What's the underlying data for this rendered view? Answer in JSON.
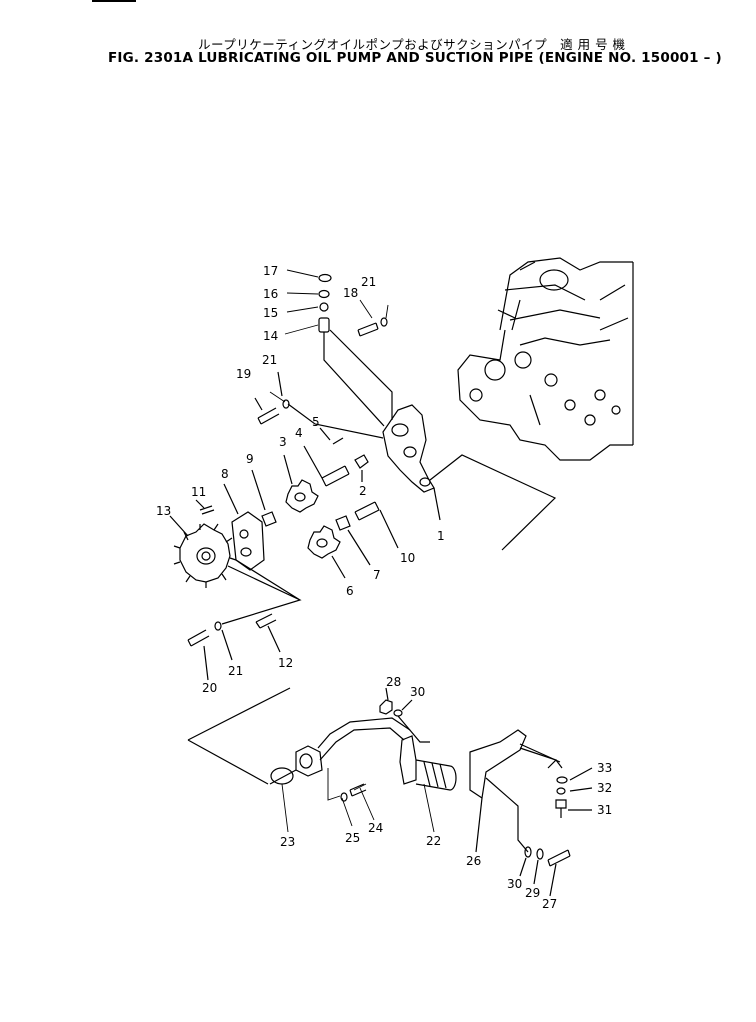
{
  "header": {
    "title_jp": "ループリケーティングオイルポンプおよびサクションパイプ　適 用 号 機",
    "title_en": "FIG. 2301A  LUBRICATING OIL PUMP AND SUCTION PIPE (ENGINE NO. 150001 – )"
  },
  "labels": {
    "p1": "1",
    "p2": "2",
    "p3": "3",
    "p4": "4",
    "p5": "5",
    "p6": "6",
    "p7": "7",
    "p8": "8",
    "p9": "9",
    "p10": "10",
    "p11": "11",
    "p12": "12",
    "p13": "13",
    "p14": "14",
    "p15": "15",
    "p16": "16",
    "p17": "17",
    "p18": "18",
    "p19": "19",
    "p20": "20",
    "p21a": "21",
    "p21b": "21",
    "p21c": "21",
    "p22": "22",
    "p23": "23",
    "p24": "24",
    "p25": "25",
    "p26": "26",
    "p27": "27",
    "p28": "28",
    "p29": "29",
    "p30a": "30",
    "p30b": "30",
    "p31": "31",
    "p32": "32",
    "p33": "33"
  }
}
